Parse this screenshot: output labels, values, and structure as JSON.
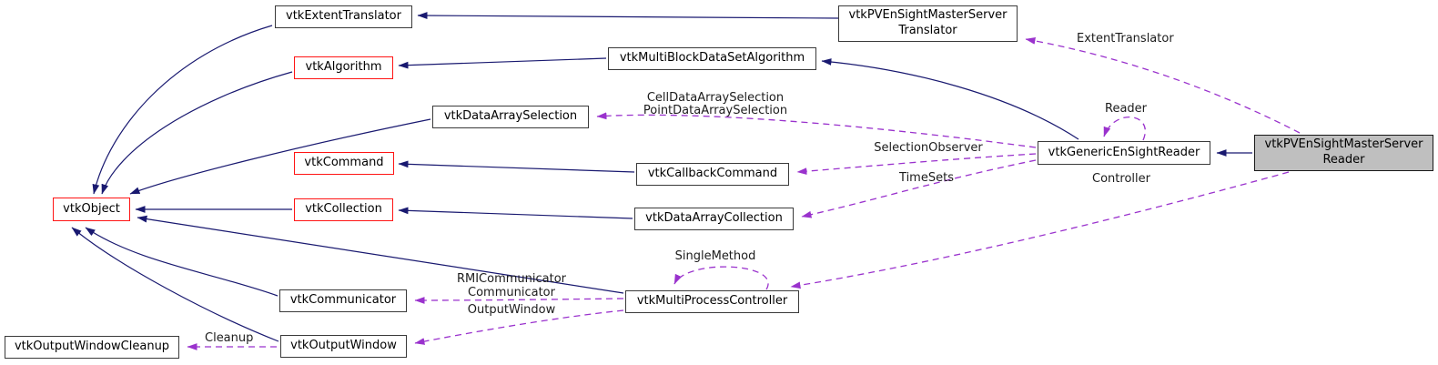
{
  "diagram": {
    "kind": "collaboration-graph",
    "main_class": "vtkPVEnSightMasterServerReader"
  },
  "colors": {
    "inheritance_edge": "#191970",
    "usage_edge": "#9a32cd",
    "highlight_border": "#ff1414",
    "node_border": "#3a3a3a",
    "main_node_fill": "#bfbfbf",
    "node_fill": "#ffffff",
    "background": "#ffffff"
  },
  "nodes": [
    {
      "id": "vtkExtentTranslator",
      "label": "vtkExtentTranslator"
    },
    {
      "id": "vtkPVEnSightMasterServerTranslator",
      "lines": [
        "vtkPVEnSightMasterServer",
        "Translator"
      ]
    },
    {
      "id": "vtkAlgorithm",
      "label": "vtkAlgorithm",
      "highlight": true
    },
    {
      "id": "vtkMultiBlockDataSetAlgorithm",
      "label": "vtkMultiBlockDataSetAlgorithm"
    },
    {
      "id": "vtkDataArraySelection",
      "label": "vtkDataArraySelection"
    },
    {
      "id": "vtkCommand",
      "label": "vtkCommand",
      "highlight": true
    },
    {
      "id": "vtkCallbackCommand",
      "label": "vtkCallbackCommand"
    },
    {
      "id": "vtkObject",
      "label": "vtkObject",
      "highlight": true
    },
    {
      "id": "vtkCollection",
      "label": "vtkCollection",
      "highlight": true
    },
    {
      "id": "vtkDataArrayCollection",
      "label": "vtkDataArrayCollection"
    },
    {
      "id": "vtkGenericEnSightReader",
      "label": "vtkGenericEnSightReader"
    },
    {
      "id": "vtkPVEnSightMasterServerReader",
      "lines": [
        "vtkPVEnSightMasterServer",
        "Reader"
      ],
      "main": true
    },
    {
      "id": "vtkCommunicator",
      "label": "vtkCommunicator"
    },
    {
      "id": "vtkMultiProcessController",
      "label": "vtkMultiProcessController"
    },
    {
      "id": "vtkOutputWindowCleanup",
      "label": "vtkOutputWindowCleanup"
    },
    {
      "id": "vtkOutputWindow",
      "label": "vtkOutputWindow"
    }
  ],
  "edge_labels": {
    "extent_translator": "ExtentTranslator",
    "cell_data_array_selection": "CellDataArraySelection",
    "point_data_array_selection": "PointDataArraySelection",
    "reader": "Reader",
    "selection_observer": "SelectionObserver",
    "time_sets": "TimeSets",
    "controller": "Controller",
    "single_method": "SingleMethod",
    "rmi_communicator": "RMICommunicator",
    "communicator": "Communicator",
    "output_window": "OutputWindow",
    "cleanup": "Cleanup"
  }
}
